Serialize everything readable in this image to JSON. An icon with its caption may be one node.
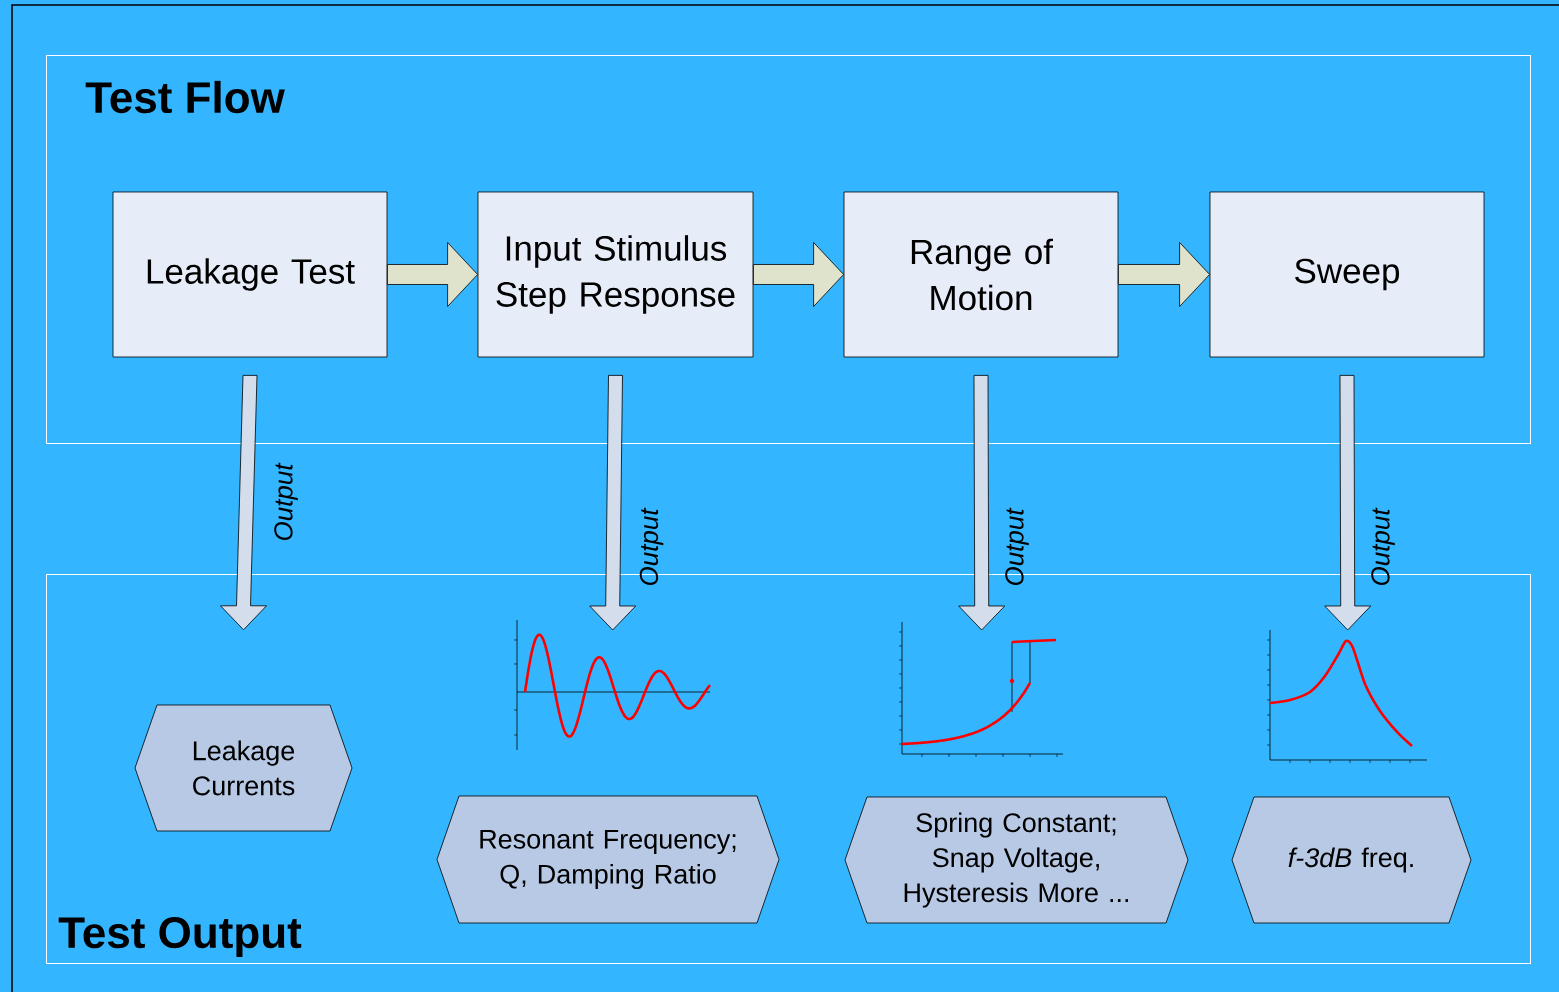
{
  "diagram": {
    "nodes": [
      {
        "text": [
          "Test Flow"
        ]
      },
      {
        "text": [
          "Leakage Test"
        ],
        "in": 0
      },
      {
        "text": [
          "Input Stimulus Step Response"
        ],
        "in": 0
      },
      {
        "text": [
          "Range of Motion"
        ],
        "in": 0
      },
      {
        "text": [
          "Sweep"
        ],
        "in": 0
      },
      {
        "text": [
          "Test Output"
        ]
      },
      {
        "text": [
          "Leakage Currents"
        ],
        "in": 5
      },
      {
        "text": [],
        "shape": "picture",
        "in": 5
      },
      {
        "text": [
          "Resonant Frequency; Q, Damping Ratio"
        ],
        "in": 5
      },
      {
        "text": [],
        "shape": "picture",
        "in": 5
      },
      {
        "text": [
          "Spring Constant; Snap Voltage, Hysteresis More ..."
        ],
        "in": 5
      },
      {
        "text": [],
        "shape": "picture",
        "in": 5
      },
      {
        "text": [
          "*f-3dB* freq."
        ],
        "in": 5
      }
    ],
    "edges": [
      {
        "from": 1,
        "to": 2,
        "arrow": "to",
        "color": "#dfe3cc"
      },
      {
        "from": 2,
        "to": 3,
        "arrow": "to",
        "color": "#dfe3cc"
      },
      {
        "from": 3,
        "to": 4,
        "arrow": "to",
        "color": "#dfe3cc"
      },
      {
        "from": 1,
        "to": 6,
        "arrow": "to",
        "label": "Output"
      },
      {
        "from": 2,
        "to": 7,
        "arrow": "to",
        "label": "Output"
      },
      {
        "from": 3,
        "to": 9,
        "arrow": "to",
        "label": "Output"
      },
      {
        "from": 4,
        "to": 11,
        "arrow": "to",
        "label": "Output"
      }
    ]
  }
}
